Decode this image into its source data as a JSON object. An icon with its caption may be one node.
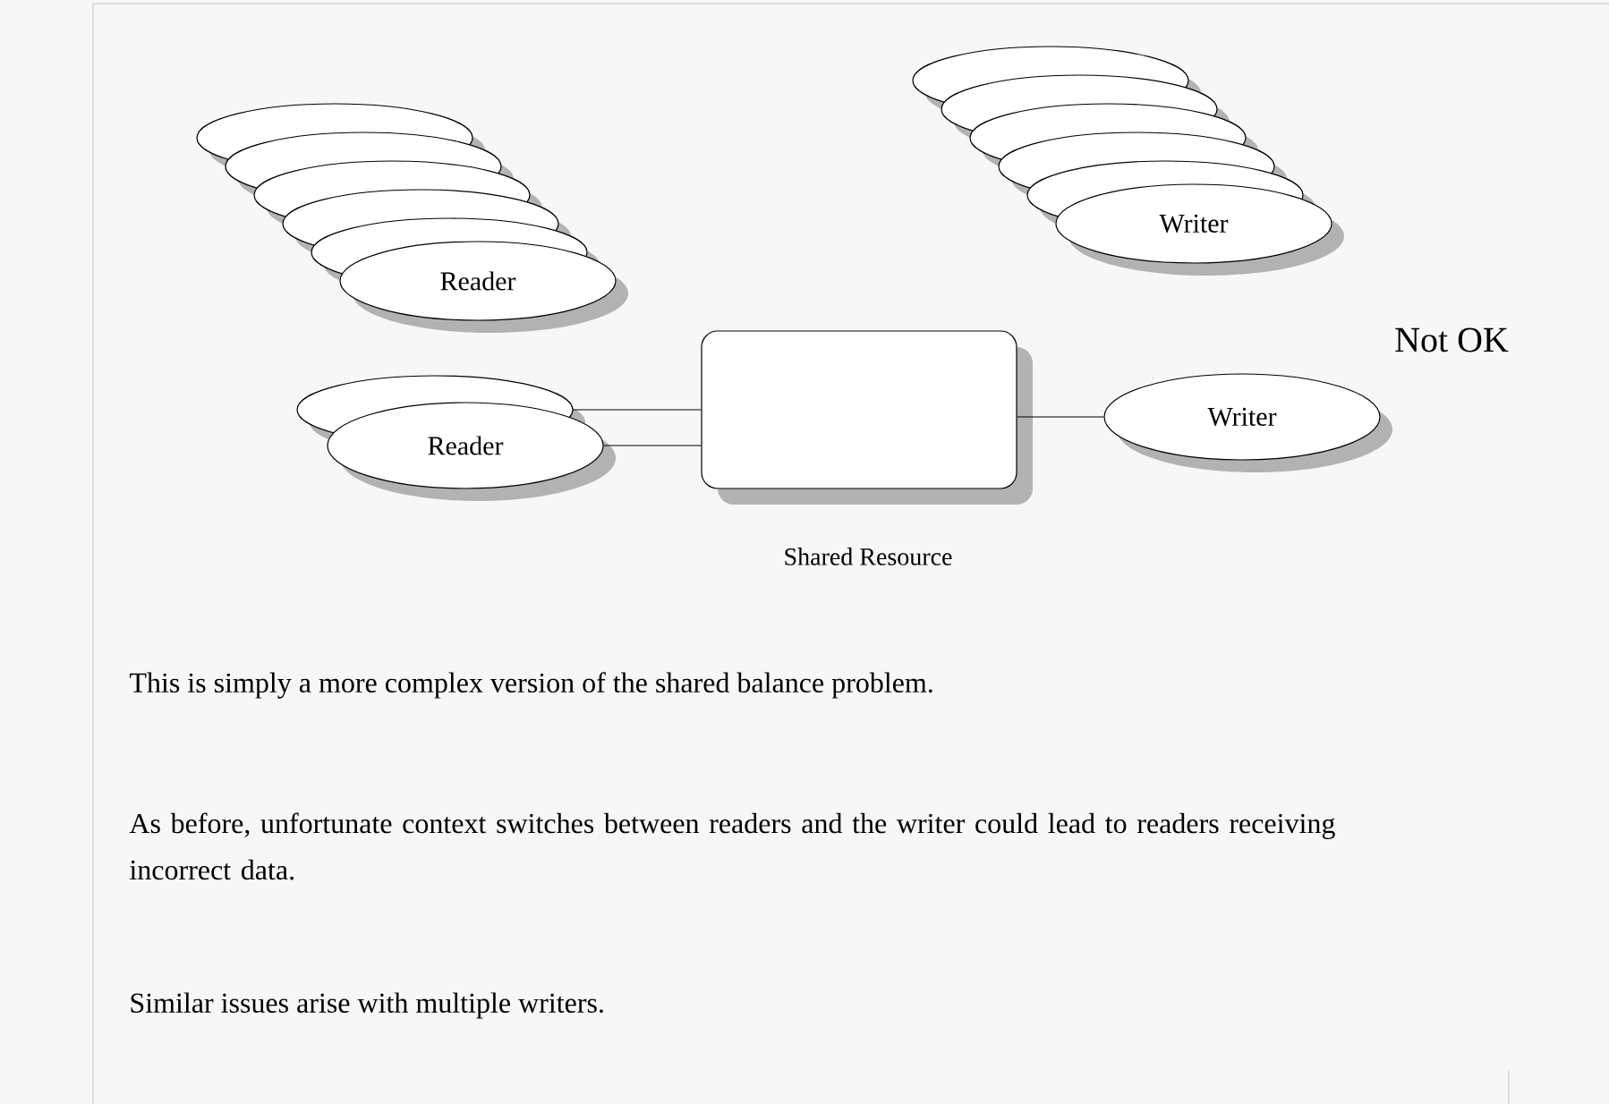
{
  "diagram": {
    "nodes": [
      {
        "text": [
          "Reader"
        ]
      },
      {
        "text": [
          "Writer"
        ]
      },
      {
        "text": [
          "Reader"
        ]
      },
      {
        "text": [],
        "shape": "box",
        "beside": [
          "Shared Resource"
        ]
      },
      {
        "text": [
          "Writer"
        ]
      }
    ],
    "edges": [
      {
        "from": 2,
        "to": 3,
        "arrow": "none"
      },
      {
        "from": 2,
        "to": 3,
        "arrow": "none"
      },
      {
        "from": 3,
        "to": 4,
        "arrow": "none"
      }
    ],
    "labels": [
      "Not OK",
      "This is simply a more complex version of the shared balance problem.",
      "As before, unfortunate context switches between readers and the writer could lead to readers receiving incorrect data.",
      "Similar issues arise with multiple writers."
    ]
  }
}
